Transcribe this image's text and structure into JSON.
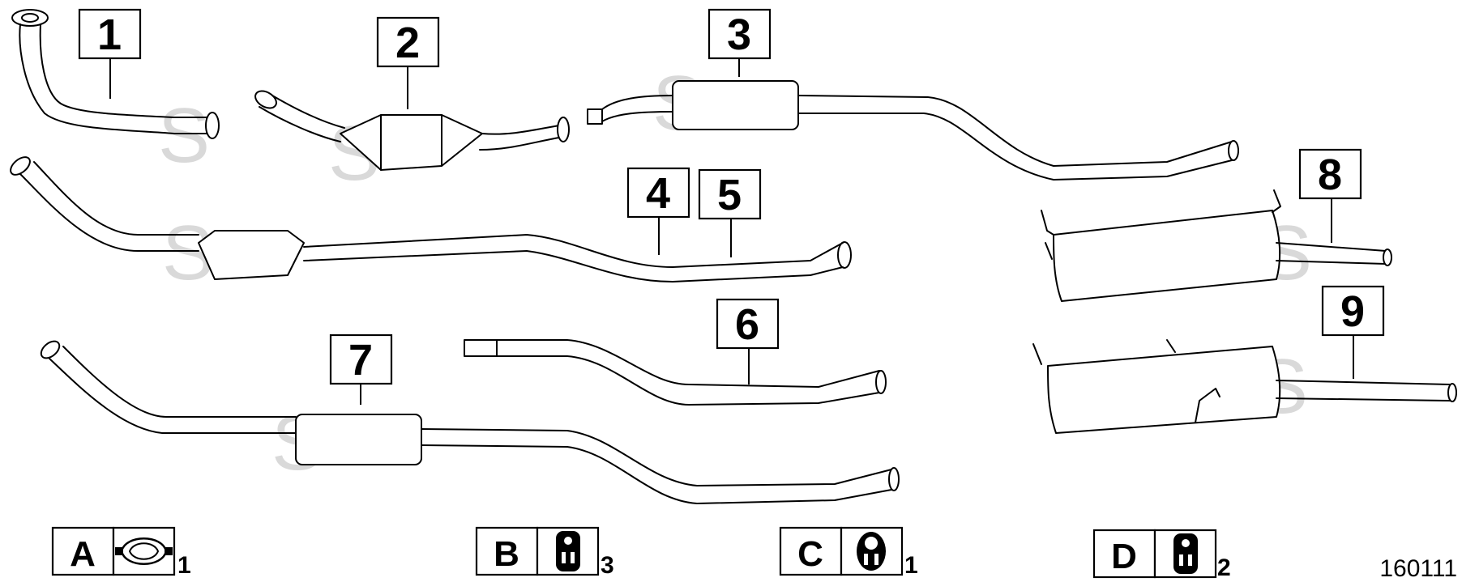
{
  "parts": [
    {
      "id": "1"
    },
    {
      "id": "2"
    },
    {
      "id": "3"
    },
    {
      "id": "4"
    },
    {
      "id": "5"
    },
    {
      "id": "6"
    },
    {
      "id": "7"
    },
    {
      "id": "8"
    },
    {
      "id": "9"
    }
  ],
  "accessories": [
    {
      "letter": "A",
      "qty": "1",
      "icon": "clamp-icon"
    },
    {
      "letter": "B",
      "qty": "3",
      "icon": "rubber-mount-icon"
    },
    {
      "letter": "C",
      "qty": "1",
      "icon": "rubber-ring-icon"
    },
    {
      "letter": "D",
      "qty": "2",
      "icon": "rubber-mount-icon"
    }
  ],
  "watermark_letter": "S",
  "diagram_number": "160111"
}
